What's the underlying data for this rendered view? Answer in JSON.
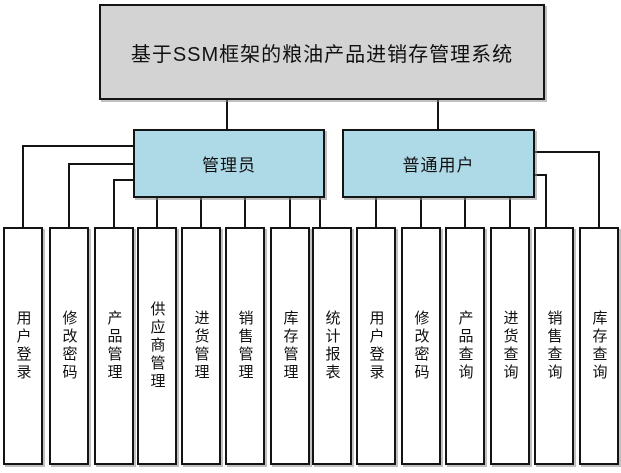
{
  "diagram": {
    "title": "基于SSM框架的粮油产品进销存管理系统",
    "roles": [
      {
        "label": "管理员",
        "children": [
          "用户登录",
          "修改密码",
          "产品管理",
          "供应商管理",
          "进货管理",
          "销售管理",
          "库存管理",
          "统计报表"
        ]
      },
      {
        "label": "普通用户",
        "children": [
          "用户登录",
          "修改密码",
          "产品查询",
          "进货查询",
          "销售查询",
          "库存查询"
        ]
      }
    ],
    "colors": {
      "root_fill": "#d3d3d3",
      "role_fill": "#aed9e6",
      "leaf_fill": "#ffffff",
      "line_color": "#141414"
    }
  }
}
